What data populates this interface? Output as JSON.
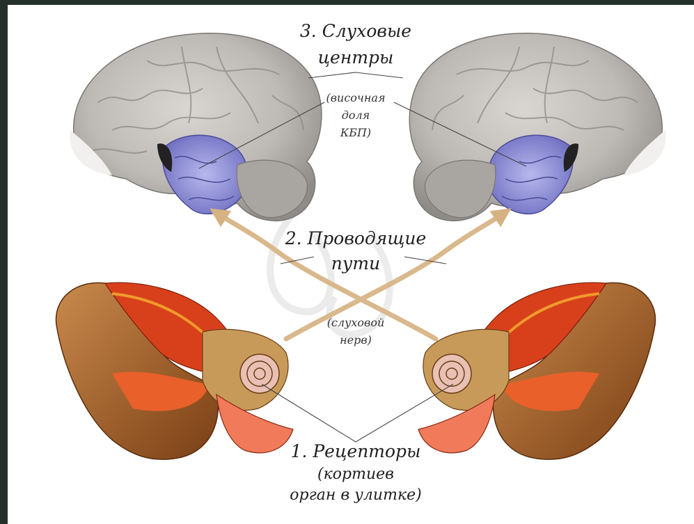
{
  "labels": {
    "centers_line1": "3. Слуховые",
    "centers_line2": "центры",
    "lobe_line1": "(височная",
    "lobe_line2": "доля",
    "lobe_line3": "КБП)",
    "pathways_line1": "2. Проводящие",
    "pathways_line2": "пути",
    "nerve_line1": "(слуховой",
    "nerve_line2": "нерв)",
    "receptors_line1": "1. Рецепторы",
    "receptors_line2": "(кортиев",
    "receptors_line3": "орган в улитке)"
  },
  "colors": {
    "background_border": "#243029",
    "brain_gray": "#bdbab6",
    "temporal_lobe": "#8f8fd6",
    "pathway_arrow": "#d9b88c",
    "ear_skin": "#a8642c",
    "ear_red": "#d8401c"
  },
  "icons": [
    "left-brain-icon",
    "right-brain-icon",
    "left-ear-icon",
    "right-ear-icon",
    "watermark-logo"
  ]
}
